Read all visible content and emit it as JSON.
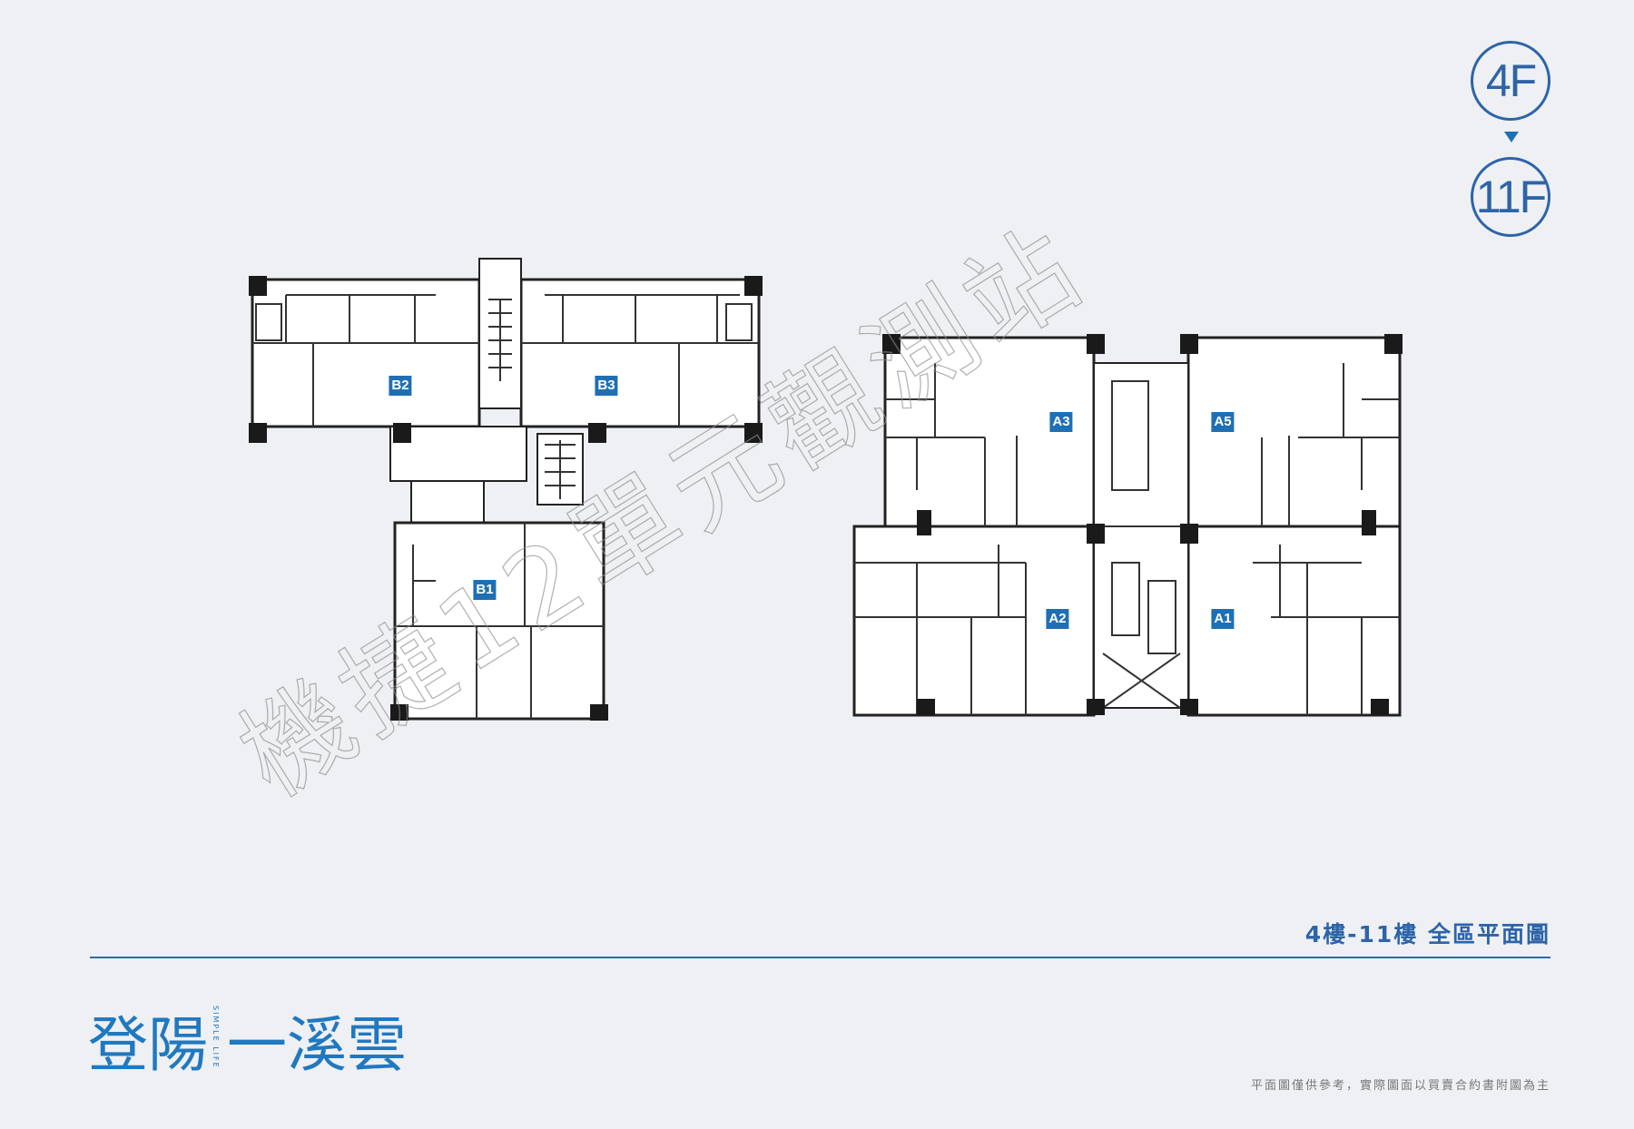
{
  "floor_range": {
    "from": "4F",
    "to": "11F"
  },
  "plan_title": "4樓-11樓 全區平面圖",
  "units": [
    "B2",
    "B3",
    "B1",
    "A3",
    "A5",
    "A2",
    "A1"
  ],
  "logo": {
    "name_part1": "登陽",
    "tagline": "SIMPLE LIFE",
    "name_part2": "一溪雲"
  },
  "disclaimer": "平面圖僅供參考，實際圖面以買賣合約書附圖為主",
  "watermark": "機捷12單元觀測站",
  "colors": {
    "accent": "#2d64a8",
    "unit_label": "#1f6fb5",
    "background": "#eef0f3"
  }
}
